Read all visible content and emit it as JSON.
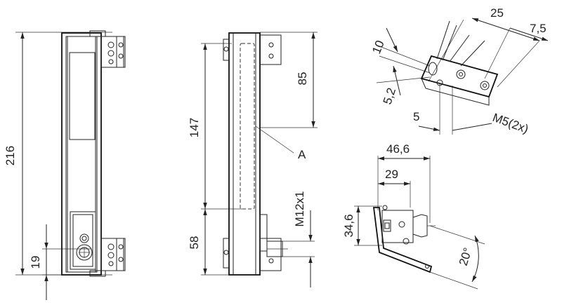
{
  "dimensions": {
    "front_height": "216",
    "connector_offset": "19",
    "side_window": "147",
    "side_top": "85",
    "side_bottom": "58",
    "side_thread": "M12x1",
    "callout_a": "A",
    "bracket_width": "25",
    "bracket_edge": "7,5",
    "bracket_slot": "10",
    "bracket_hole": "5,2",
    "bracket_pitch": "5",
    "bracket_screw": "M5(2x)",
    "mount_width": "46,6",
    "mount_depth": "29",
    "mount_height": "34,6",
    "mount_angle": "20°"
  }
}
